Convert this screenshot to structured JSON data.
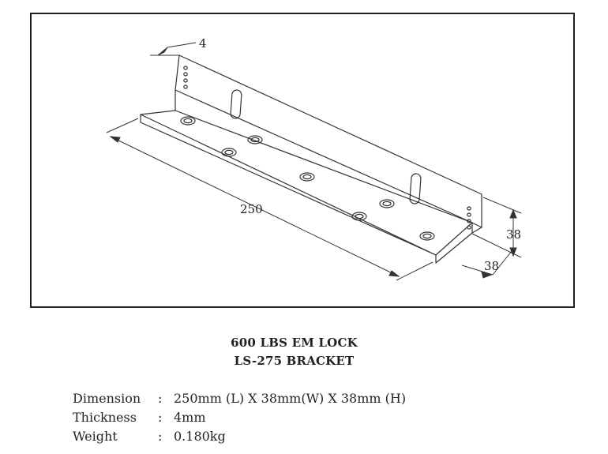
{
  "drawing": {
    "dim_thickness": "4",
    "dim_length": "250",
    "dim_height": "38",
    "dim_width": "38"
  },
  "title": {
    "line1": "600 LBS EM LOCK",
    "line2": "LS-275 BRACKET"
  },
  "specs": [
    {
      "label": "Dimension",
      "sep": ":",
      "value": "250mm (L) X 38mm(W) X 38mm (H)"
    },
    {
      "label": "Thickness",
      "sep": ":",
      "value": "4mm"
    },
    {
      "label": "Weight",
      "sep": ":",
      "value": "0.180kg"
    }
  ],
  "colors": {
    "line": "#222222",
    "background": "#ffffff"
  }
}
